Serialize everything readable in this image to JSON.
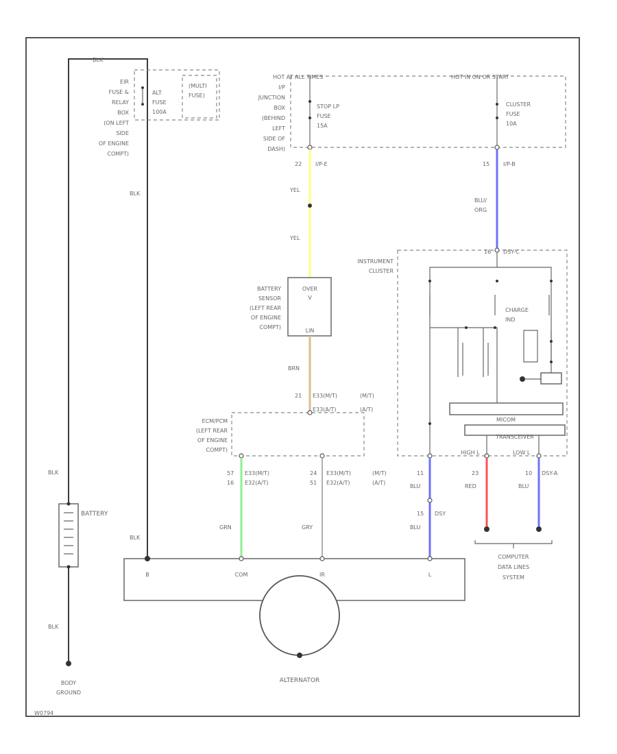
{
  "colors": {
    "yellow_wire": "#ffff80",
    "tan_wire": "#d9c08a",
    "blue_wire": "#7070ff",
    "green_wire": "#90ee90",
    "gray_wire": "#b0b0b0",
    "red_wire": "#ff5050"
  },
  "labels": {
    "blk_top": "BLK",
    "eir_fuse": [
      "EIR",
      "FUSE &",
      "RELAY",
      "BOX",
      "(ON LEFT",
      "SIDE",
      "OF ENGINE",
      "COMPT)"
    ],
    "alt_fuse": [
      "ALT",
      "FUSE",
      "100A"
    ],
    "multi_fuse": [
      "(MULTI",
      "FUSE)"
    ],
    "hot_at_all_times": "HOT AT ALL TIMES",
    "hot_in_on_start": "HOT IN ON OR START",
    "ip_junction": [
      "I/P",
      "JUNCTION",
      "BOX",
      "(BEHIND",
      "LEFT",
      "SIDE OF",
      "DASH)"
    ],
    "stop_lp_fuse": [
      "STOP LP",
      "FUSE",
      "15A"
    ],
    "cluster_fuse": [
      "CLUSTER",
      "FUSE",
      "10A"
    ],
    "pin_22": "22",
    "pin_ip_e": "I/P-E",
    "pin_15": "15",
    "pin_ip_b": "I/P-B",
    "yel_1": "YEL",
    "yel_2": "YEL",
    "blu_org": [
      "BLU/",
      "ORG"
    ],
    "pin_16": "16",
    "pin_dsy_c": "DSY-C",
    "instrument_cluster": [
      "INSTRUMENT",
      "CLUSTER"
    ],
    "battery_sensor": [
      "BATTERY",
      "SENSOR",
      "(LEFT REAR",
      "OF ENGINE",
      "COMPT)"
    ],
    "sensor_pins_top": [
      "OVER",
      "V"
    ],
    "sensor_pin_bottom": "LIN",
    "brn": "BRN",
    "pin_21": "21",
    "conn_top_1": "E33(M/T)",
    "conn_top_1b": "(M/T)",
    "conn_top_2": "E33(A/T)",
    "conn_top_2b": "(A/T)",
    "ecm_pcm": [
      "ECM/PCM",
      "(LEFT REAR",
      "OF ENGINE",
      "COMPT)"
    ],
    "charge_ind": [
      "CHARGE",
      "IND"
    ],
    "micom": "MICOM",
    "transceiver": "TRANSCEIVER",
    "high_l": "HIGH L",
    "low_l": "LOW L",
    "pin_57": "57",
    "pin_16b": "16",
    "conn_57": "E33(M/T)",
    "conn_16": "E32(A/T)",
    "pin_24": "24",
    "pin_51": "51",
    "conn_24": "E33(M/T)",
    "conn_51": "E32(A/T)",
    "mt": "(M/T)",
    "at": "(A/T)",
    "pin_11": "11",
    "blu_1": "BLU",
    "pin_15b": "15",
    "dsy_1": "DSY",
    "blu_2": "BLU",
    "pin_23": "23",
    "red": "RED",
    "pin_10": "10",
    "dsy_a": "DSY-A",
    "blu_3": "BLU",
    "computer_data": [
      "COMPUTER",
      "DATA LINES",
      "SYSTEM"
    ],
    "grn": "GRN",
    "gry": "GRY",
    "blk_left": "BLK",
    "blk_mid": "BLK",
    "blk_lower": "BLK",
    "blk_bottom": "BLK",
    "battery": "BATTERY",
    "alt_b": "B",
    "alt_com": "COM",
    "alt_ir": "IR",
    "alt_l": "L",
    "alternator": "ALTERNATOR",
    "body_ground": [
      "BODY",
      "GROUND"
    ],
    "footer_code": "W0794"
  }
}
